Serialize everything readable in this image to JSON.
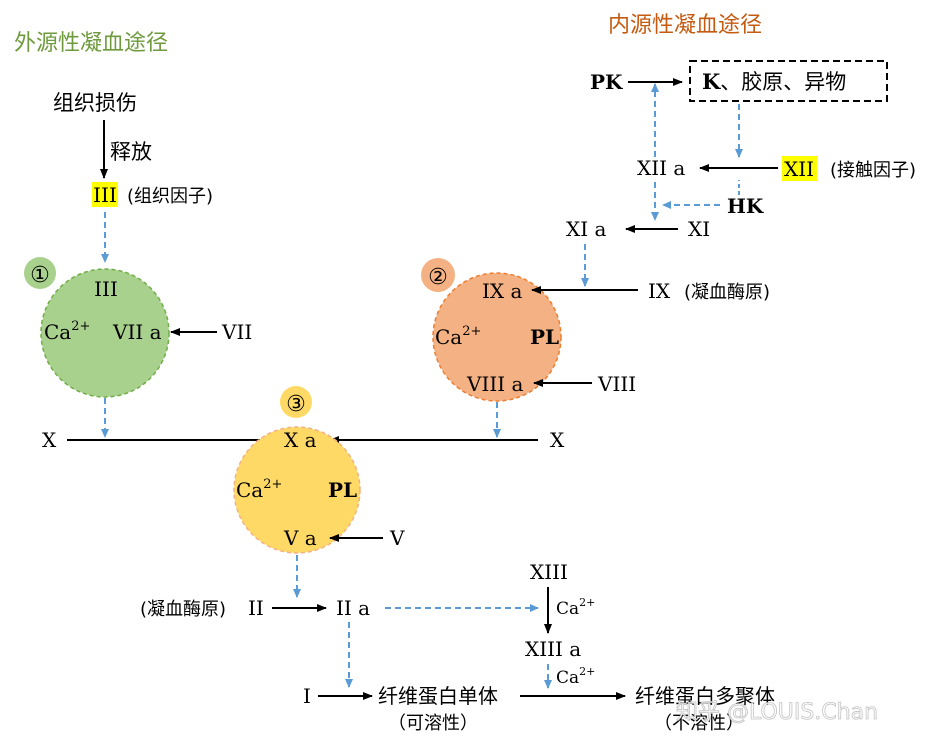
{
  "titles": {
    "extrinsic": "外源性凝血途径",
    "intrinsic": "内源性凝血途径"
  },
  "colors": {
    "extrinsic_title": "#6f9a3d",
    "intrinsic_title": "#c55a11",
    "circle1_fill": "#a9d18e",
    "circle2_fill": "#f4b183",
    "circle3_fill": "#ffd966",
    "highlight": "#ffff00",
    "dashed_arrow": "#5b9bd5"
  },
  "extrinsic": {
    "tissue_injury": "组织损伤",
    "release": "释放",
    "factor3": "III",
    "factor3_note": "(组织因子)",
    "marker1": "①",
    "c1_top": "III",
    "c1_ca": "Ca",
    "c1_ca_sup": "2+",
    "c1_vii_a": "VII a",
    "vii": "VII"
  },
  "intrinsic": {
    "pk": "PK",
    "box_k": "K",
    "box_rest": "、胶原、异物",
    "xii_a": "XII a",
    "xii": "XII",
    "xii_note": "(接触因子)",
    "hk": "HK",
    "xi_a": "XI a",
    "xi": "XI",
    "marker2": "②",
    "ix_a": "IX a",
    "ix": "IX",
    "ix_note": "(凝血酶原)",
    "c2_ca": "Ca",
    "c2_ca_sup": "2+",
    "c2_pl": "PL",
    "viii_a": "VIII a",
    "viii": "VIII"
  },
  "common": {
    "x_left": "X",
    "x_right": "X",
    "marker3": "③",
    "xa": "X a",
    "c3_ca": "Ca",
    "c3_ca_sup": "2+",
    "c3_pl": "PL",
    "va": "V a",
    "v": "V",
    "ii_note": "(凝血酶原)",
    "ii": "II",
    "iia": "II a",
    "xiii": "XIII",
    "ca1": "Ca",
    "ca1_sup": "2+",
    "xiii_a": "XIII a",
    "ca2": "Ca",
    "ca2_sup": "2+",
    "i": "I",
    "fibrin_monomer": "纤维蛋白单体",
    "soluble": "（可溶性）",
    "fibrin_polymer": "纤维蛋白多聚体",
    "insoluble": "（不溶性）"
  },
  "watermark": "知乎 @LOUIS.Chan"
}
